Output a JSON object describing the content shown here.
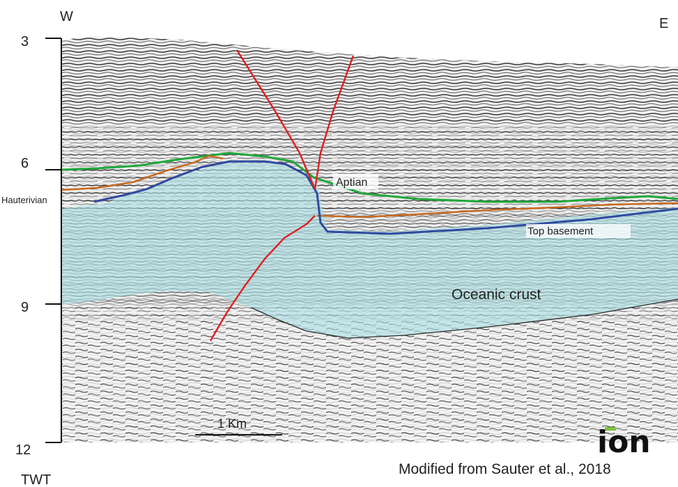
{
  "compass": {
    "west": "W",
    "east": "E"
  },
  "axis": {
    "ticks": [
      "3",
      "6",
      "9",
      "12"
    ],
    "unit_label": "TWT"
  },
  "labels": {
    "aptian": "Aptian",
    "hauterivian": "Hauterivian",
    "top_basement": "Top basement",
    "oceanic_crust": "Oceanic crust"
  },
  "scale_bar": {
    "label": "1 Km"
  },
  "logo": {
    "text": "ion"
  },
  "credit": "Modified from Sauter et al., 2018",
  "colors": {
    "aptian_horizon": "#1fa83a",
    "hauterivian_horizon": "#c8691e",
    "basement_horizon": "#2f4aa0",
    "fault": "#e01e1e",
    "oceanic_crust_fill": "#a9dfe3",
    "logo_accent": "#7cc242"
  }
}
